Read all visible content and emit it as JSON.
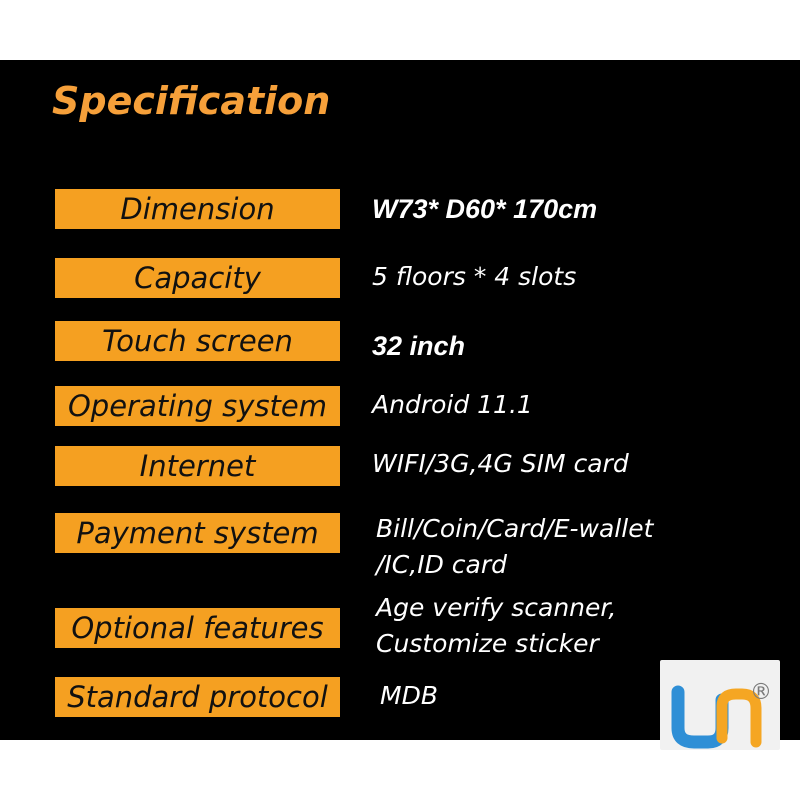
{
  "heading": "Specification",
  "specs": [
    {
      "label": "Dimension",
      "value": "W73* D60* 170cm"
    },
    {
      "label": "Capacity",
      "value": "5 floors * 4 slots"
    },
    {
      "label": "Touch screen",
      "value": "32 inch"
    },
    {
      "label": "Operating system",
      "value": "Android 11.1"
    },
    {
      "label": "Internet",
      "value": "WIFI/3G,4G SIM card"
    },
    {
      "label": "Payment system",
      "value_lines": [
        "Bill/Coin/Card/E-wallet",
        "/IC,ID card"
      ]
    },
    {
      "label": "Optional features",
      "value_lines": [
        "Age verify scanner,",
        "Customize sticker"
      ]
    },
    {
      "label": "Standard protocol",
      "value": "MDB"
    }
  ],
  "logo": {
    "registered_mark": "®",
    "colors": {
      "blue": "#2f8fd6",
      "orange": "#f5a623"
    }
  },
  "colors": {
    "background": "#000000",
    "accent": "#f5a021",
    "heading": "#f6a03a",
    "value_text": "#ffffff"
  }
}
